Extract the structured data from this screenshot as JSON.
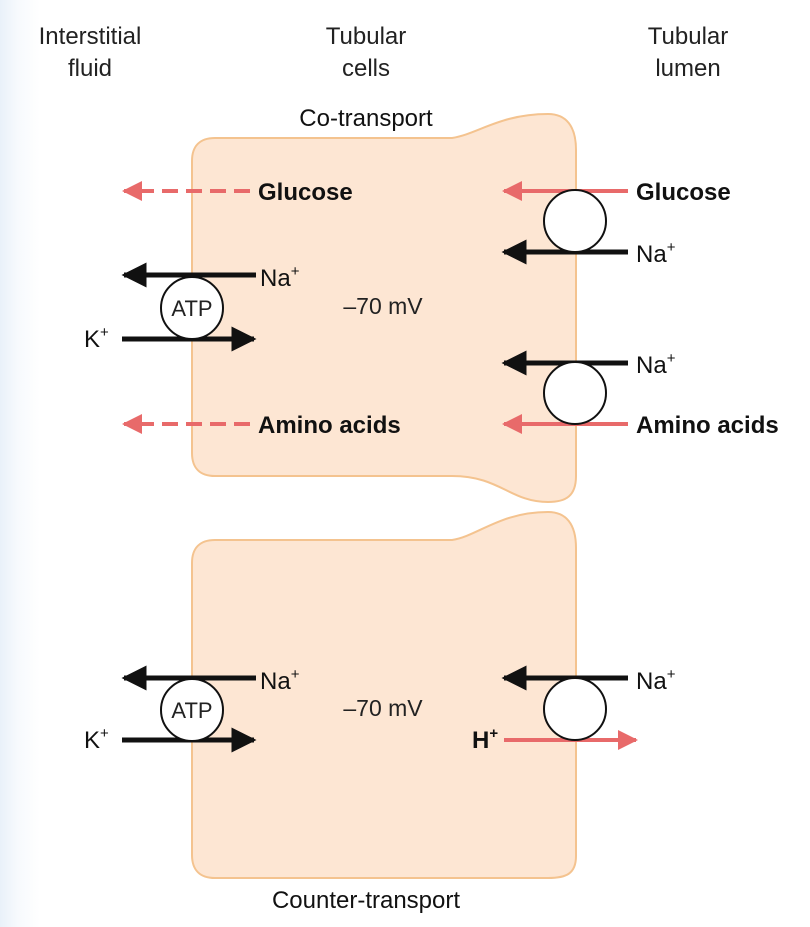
{
  "headers": {
    "interstitial": [
      "Interstitial",
      "fluid"
    ],
    "cells": [
      "Tubular",
      "cells"
    ],
    "lumen": [
      "Tubular",
      "lumen"
    ]
  },
  "top_cell": {
    "title": "Co-transport",
    "potential": "–70 mV",
    "left": {
      "glucose": "Glucose",
      "na": "Na",
      "k": "K",
      "pump": "ATP",
      "amino": "Amino acids"
    },
    "right": {
      "glucose": "Glucose",
      "na1": "Na",
      "na2": "Na",
      "amino": "Amino acids"
    }
  },
  "bottom_cell": {
    "title": "Counter-transport",
    "potential": "–70 mV",
    "left": {
      "na": "Na",
      "k": "K",
      "pump": "ATP"
    },
    "right": {
      "na": "Na",
      "h": "H"
    }
  },
  "ion_charge": "+",
  "colors": {
    "cell_fill": "#fde6d3",
    "cell_stroke": "#f4c38f",
    "solute_arrow": "#e86a6a",
    "ion_arrow": "#111111"
  }
}
